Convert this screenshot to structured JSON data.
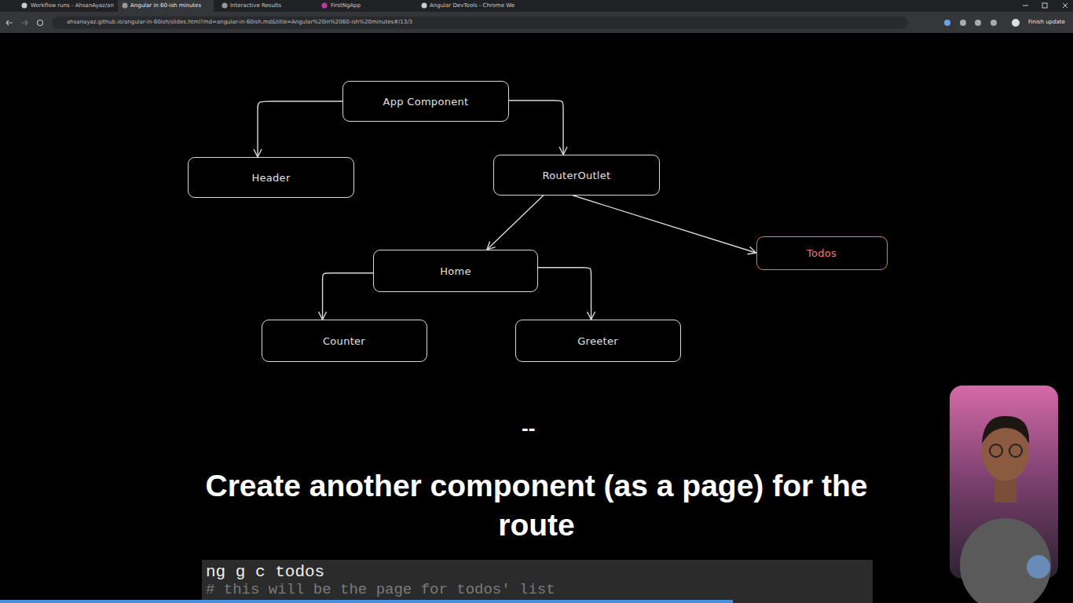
{
  "diagram": {
    "title": "Create another component (as a page) for the route",
    "nodes": [
      {
        "text": [
          "App Component"
        ]
      },
      {
        "text": [
          "Header"
        ]
      },
      {
        "text": [
          "RouterOutlet"
        ]
      },
      {
        "text": [
          "Home"
        ]
      },
      {
        "text": [
          "Todos"
        ]
      },
      {
        "text": [
          "Counter"
        ]
      },
      {
        "text": [
          "Greeter"
        ]
      }
    ],
    "edges": [
      {
        "from": 0,
        "to": 1,
        "arrow": "to"
      },
      {
        "from": 0,
        "to": 2,
        "arrow": "to"
      },
      {
        "from": 2,
        "to": 3,
        "arrow": "to"
      },
      {
        "from": 2,
        "to": 4,
        "arrow": "to"
      },
      {
        "from": 3,
        "to": 5,
        "arrow": "to"
      },
      {
        "from": 3,
        "to": 6,
        "arrow": "to"
      }
    ],
    "labels": [
      "Workflow runs - AhsanAyaz/an",
      "Angular in 60-ish minutes",
      "Interactive Results",
      "FirstNgApp",
      "Angular DevTools - Chrome We",
      "ahsanayaz.github.io/angular-in-60ish/slides.html?md=angular-in-60ish.md&title=Angular%20in%2060-ish%20minutes#/13/3",
      "Finish update",
      "--",
      "ng g c todos",
      "# this will be the page for todos' list"
    ]
  }
}
